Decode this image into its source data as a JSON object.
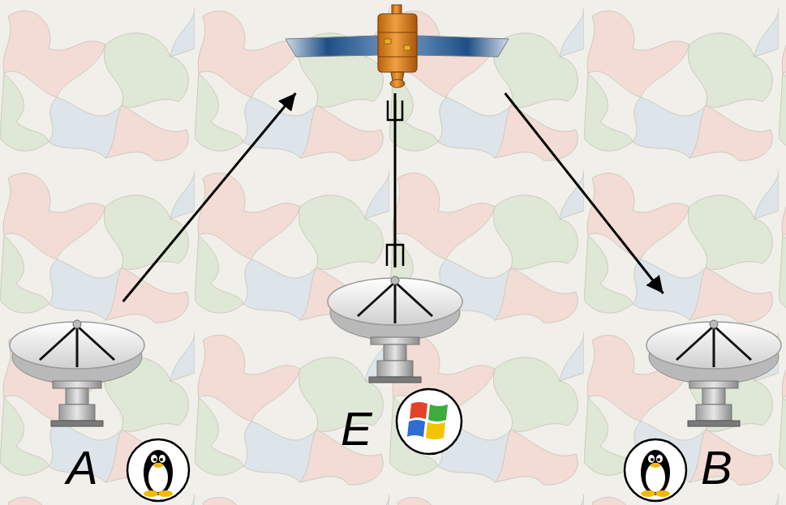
{
  "diagram": {
    "nodes": [
      {
        "text": []
      },
      {
        "text": [
          "A"
        ]
      },
      {
        "text": [
          "E"
        ]
      },
      {
        "text": [
          "B"
        ]
      }
    ],
    "edges": [
      {
        "from": 1,
        "to": 0,
        "arrow": "to"
      },
      {
        "from": 0,
        "to": 3,
        "arrow": "to"
      },
      {
        "from": 0,
        "to": 2,
        "arrow": "none"
      }
    ]
  }
}
